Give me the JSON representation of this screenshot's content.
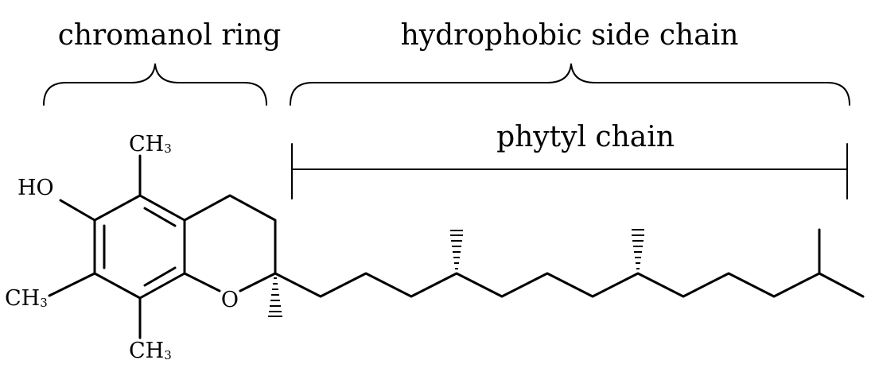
{
  "labels": {
    "chromanol_ring": "chromanol ring",
    "side_chain": "hydrophobic side chain",
    "phytyl_chain": "phytyl chain"
  },
  "atoms": {
    "hydroxyl": "HO",
    "oxygen": "O",
    "methyl_top": {
      "base": "CH",
      "sub": "3"
    },
    "methyl_left": {
      "base": "CH",
      "sub": "3"
    },
    "methyl_bottom": {
      "base": "CH",
      "sub": "3"
    }
  }
}
